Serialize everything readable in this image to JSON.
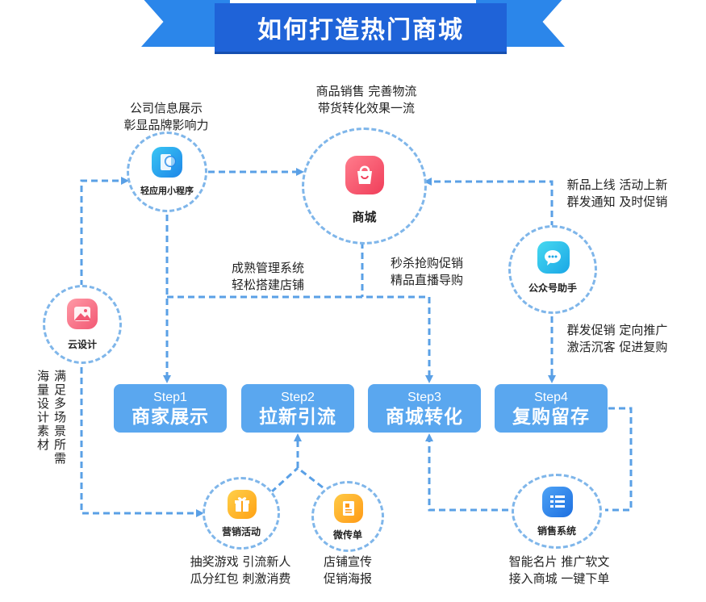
{
  "title": "如何打造热门商城",
  "steps": [
    {
      "label": "Step1",
      "name": "商家展示"
    },
    {
      "label": "Step2",
      "name": "拉新引流"
    },
    {
      "label": "Step3",
      "name": "商城转化"
    },
    {
      "label": "Step4",
      "name": "复购留存"
    }
  ],
  "nodes": {
    "mini_program": {
      "label": "轻应用小程序",
      "desc": [
        "公司信息展示",
        "彰显品牌影响力"
      ]
    },
    "mall": {
      "label": "商城",
      "desc": [
        "商品销售 完善物流",
        "带货转化效果一流"
      ]
    },
    "official_account": {
      "label": "公众号助手",
      "desc_top": [
        "新品上线 活动上新",
        "群发通知 及时促销"
      ],
      "desc_bottom": [
        "群发促销  定向推广",
        "激活沉客  促进复购"
      ]
    },
    "cloud_design": {
      "label": "云设计",
      "desc_col1": "满足多场景所需",
      "desc_col2": "海量设计素材"
    },
    "marketing": {
      "label": "营销活动",
      "desc": [
        "抽奖游戏 引流新人",
        "瓜分红包 刺激消费"
      ]
    },
    "flyer": {
      "label": "微传单",
      "desc": [
        "店铺宣传",
        "促销海报"
      ]
    },
    "sales_system": {
      "label": "销售系统",
      "desc": [
        "智能名片 推广软文",
        "接入商城 一键下单"
      ]
    }
  },
  "edge_labels": {
    "left_mid": [
      "成熟管理系统",
      "轻松搭建店铺"
    ],
    "right_mid": [
      "秒杀抢购促销",
      "精品直播导购"
    ]
  },
  "colors": {
    "banner": "#1f63d8",
    "step_box": "#5aa7ef",
    "dashed_line": "#5aa0e6"
  }
}
